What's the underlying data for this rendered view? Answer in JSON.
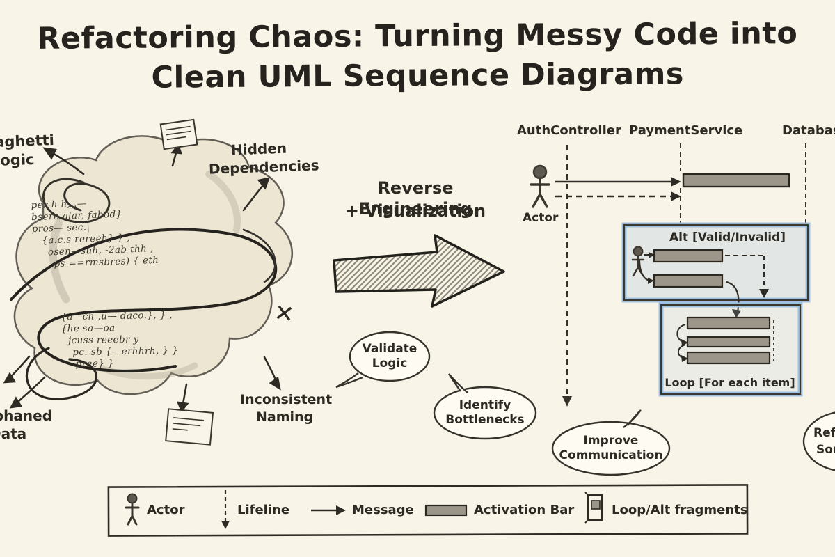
{
  "title": {
    "line1": "Refactoring Chaos: Turning Messy Code into",
    "line2": "Clean UML Sequence Diagrams"
  },
  "chaos": {
    "label_spaghetti_line1": "Spaghetti",
    "label_spaghetti_line2": "Logic",
    "label_hidden_line1": "Hidden",
    "label_hidden_line2": "Dependencies",
    "label_inconsistent_line1": "Inconsistent",
    "label_inconsistent_line2": "Naming",
    "label_orphaned_line1": "Orphaned",
    "label_orphaned_line2": "Data",
    "x_mark": "✕",
    "code_lines_top": [
      "per-h h,..—",
      "bsere alar, fabod}",
      "pros— sec.|",
      "{a.c.s rereeh} } ,",
      "osen—suh, -2ab thh ,",
      "ps ==rmsbres) { eth"
    ],
    "code_lines_bottom": [
      "{a—ch ,u— daco.}, } ,",
      "{he sa—oa",
      "jcuss reeebr y",
      "pc. sb {—erhhrh, } }",
      "pree} }"
    ]
  },
  "transform": {
    "line1": "Reverse Engineering",
    "line2": "+ Visualization"
  },
  "bubbles": {
    "validate_line1": "Validate",
    "validate_line2": "Logic",
    "identify_line1": "Identify",
    "identify_line2": "Bottlenecks",
    "improve_line1": "Improve",
    "improve_line2": "Communication",
    "refactor_line1": "Refactor",
    "refactor_line2": "Source"
  },
  "sequence": {
    "participant1": "AuthController",
    "participant2": "PaymentService",
    "participant3": "Database",
    "actor_label": "Actor",
    "alt_label": "Alt [Valid/Invalid]",
    "loop_label": "Loop [For each item]"
  },
  "legend": {
    "items": [
      {
        "icon": "actor-icon",
        "label": "Actor"
      },
      {
        "icon": "lifeline-icon",
        "label": "Lifeline"
      },
      {
        "icon": "message-arrow-icon",
        "label": "Message"
      },
      {
        "icon": "activation-bar-icon",
        "label": "Activation Bar"
      },
      {
        "icon": "fragment-icon",
        "label": "Loop/Alt fragments"
      }
    ]
  },
  "colors": {
    "background": "#f8f4e7",
    "ink": "#2e2b25",
    "highlight_blue": "#9fc0e0",
    "bar_gray": "#9b958a",
    "bubble_fill": "#fdfbf2"
  }
}
